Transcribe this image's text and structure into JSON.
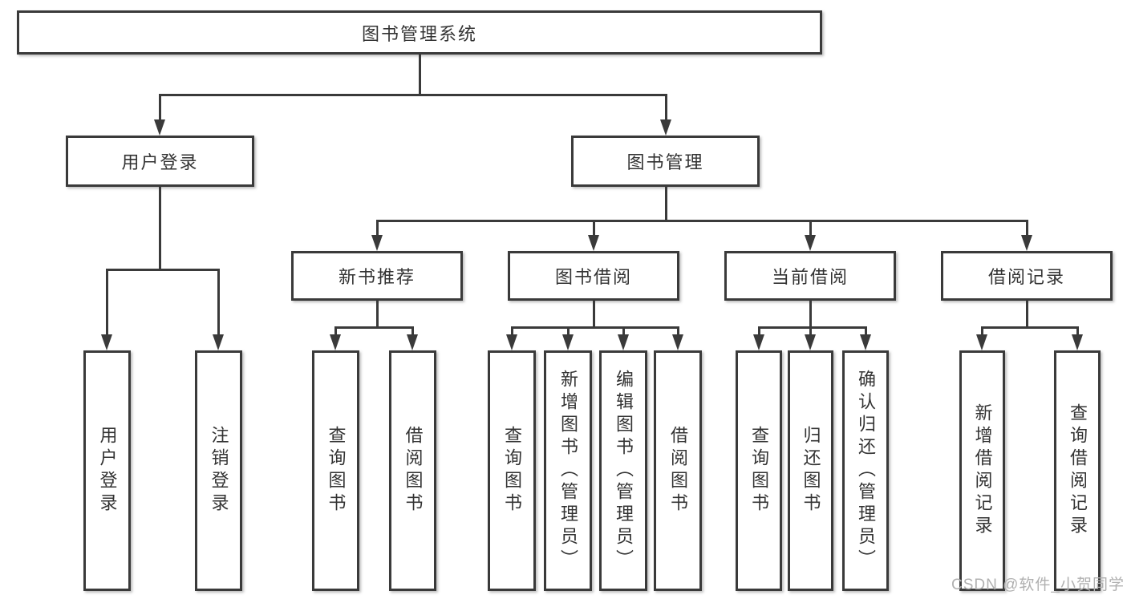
{
  "diagram": {
    "type": "tree",
    "title": "图书管理系统",
    "branches": [
      {
        "label": "用户登录",
        "leaves": [
          "用户登录",
          "注销登录"
        ]
      },
      {
        "label": "图书管理",
        "groups": [
          {
            "label": "新书推荐",
            "leaves": [
              "查询图书",
              "借阅图书"
            ]
          },
          {
            "label": "图书借阅",
            "leaves": [
              "查询图书",
              "新增图书（管理员）",
              "编辑图书（管理员）",
              "借阅图书"
            ]
          },
          {
            "label": "当前借阅",
            "leaves": [
              "查询图书",
              "归还图书",
              "确认归还（管理员）"
            ]
          },
          {
            "label": "借阅记录",
            "leaves": [
              "新增借阅记录",
              "查询借阅记录"
            ]
          }
        ]
      }
    ]
  },
  "watermark": {
    "text": "CSDN @软件_小贺同学"
  },
  "colors": {
    "line": "#3a3a3a",
    "text": "#333333",
    "box_background": "#ffffff",
    "page_background": "#ffffff",
    "watermark": "#b0b0b0"
  }
}
